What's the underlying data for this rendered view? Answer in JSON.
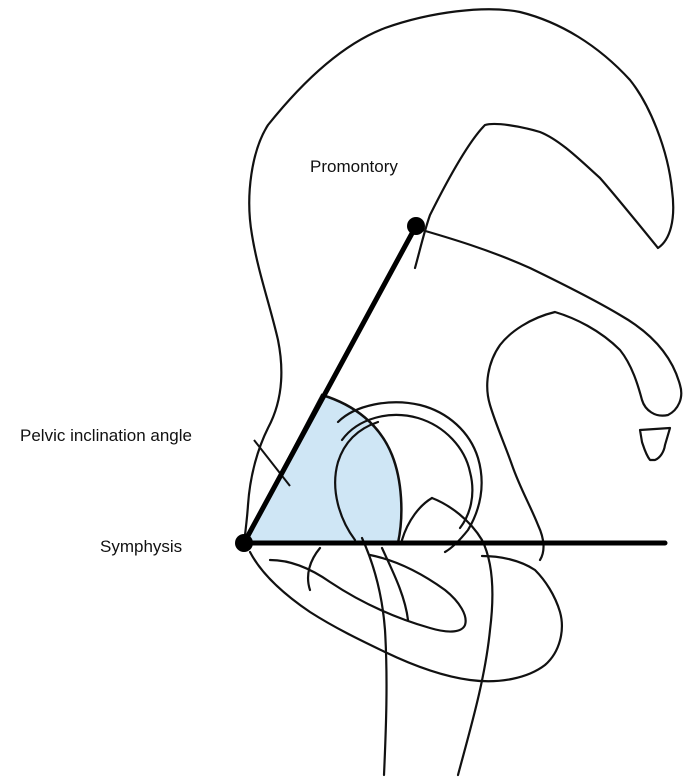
{
  "labels": {
    "promontory": "Promontory",
    "inclination_angle": "Pelvic inclination angle",
    "symphysis": "Symphysis"
  },
  "colors": {
    "angle_fill": "#cfe6f5",
    "line": "#000000",
    "outline": "#111111",
    "background": "#ffffff"
  },
  "points": [
    "promontory",
    "symphysis"
  ],
  "lines": [
    "symphysis-to-promontory",
    "horizontal-reference"
  ]
}
